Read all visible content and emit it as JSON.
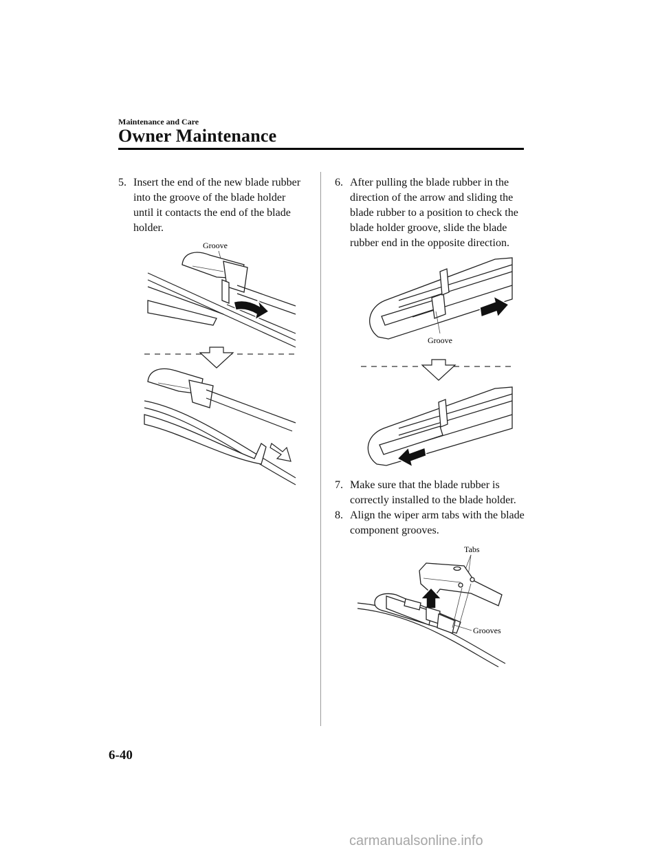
{
  "header": {
    "section": "Maintenance and Care",
    "title": "Owner Maintenance"
  },
  "steps": [
    {
      "num": "5.",
      "text": "Insert the end of the new blade rubber into the groove of the blade holder until it contacts the end of the blade holder."
    },
    {
      "num": "6.",
      "text": "After pulling the blade rubber in the direction of the arrow and sliding the blade rubber to a position to check the blade holder groove, slide the blade rubber end in the opposite direction."
    },
    {
      "num": "7.",
      "text": "Make sure that the blade rubber is correctly installed to the blade holder."
    },
    {
      "num": "8.",
      "text": "Align the wiper arm tabs with the blade component grooves."
    }
  ],
  "figures": {
    "fig1": {
      "label": "Groove"
    },
    "fig2": {
      "label": "Groove"
    },
    "fig3": {
      "tabs_label": "Tabs",
      "grooves_label": "Grooves"
    }
  },
  "footer": {
    "page_number": "6-40",
    "watermark": "carmanualsonline.info"
  }
}
